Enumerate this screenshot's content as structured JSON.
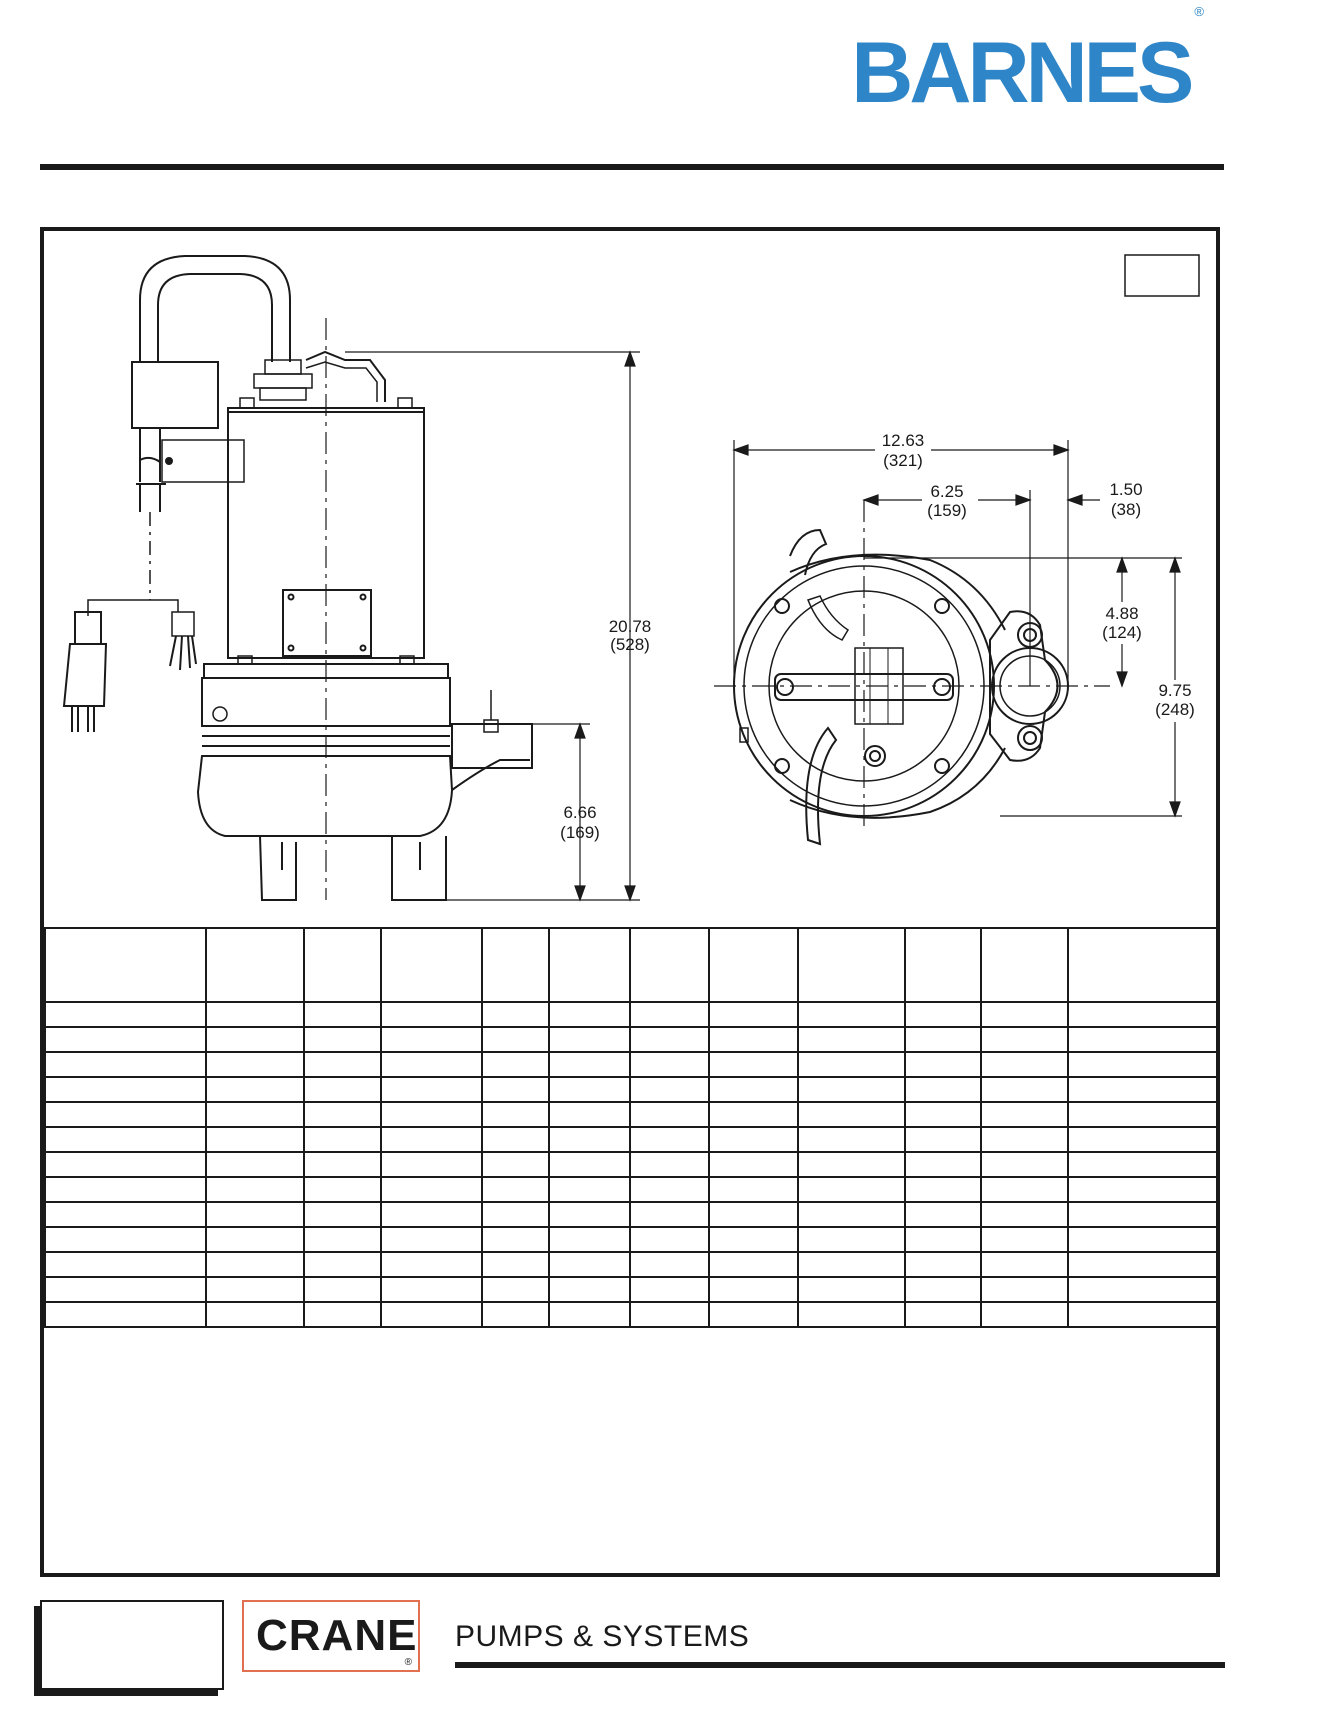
{
  "brand": {
    "name": "BARNES",
    "reg_mark": "®"
  },
  "dimensions": {
    "overall_height": {
      "in": "20.78",
      "mm": "(528)"
    },
    "discharge_height": {
      "in": "6.66",
      "mm": "(169)"
    },
    "overall_width": {
      "in": "12.63",
      "mm": "(321)"
    },
    "center_to_discharge": {
      "in": "6.25",
      "mm": "(159)"
    },
    "discharge_offset": {
      "in": "1.50",
      "mm": "(38)"
    },
    "center_to_flange": {
      "in": "4.88",
      "mm": "(124)"
    },
    "overall_depth": {
      "in": "9.75",
      "mm": "(248)"
    }
  },
  "table": {
    "column_count": 12,
    "body_rows": 13
  },
  "footer": {
    "crane": "CRANE",
    "crane_reg": "®",
    "tagline": "PUMPS & SYSTEMS"
  }
}
